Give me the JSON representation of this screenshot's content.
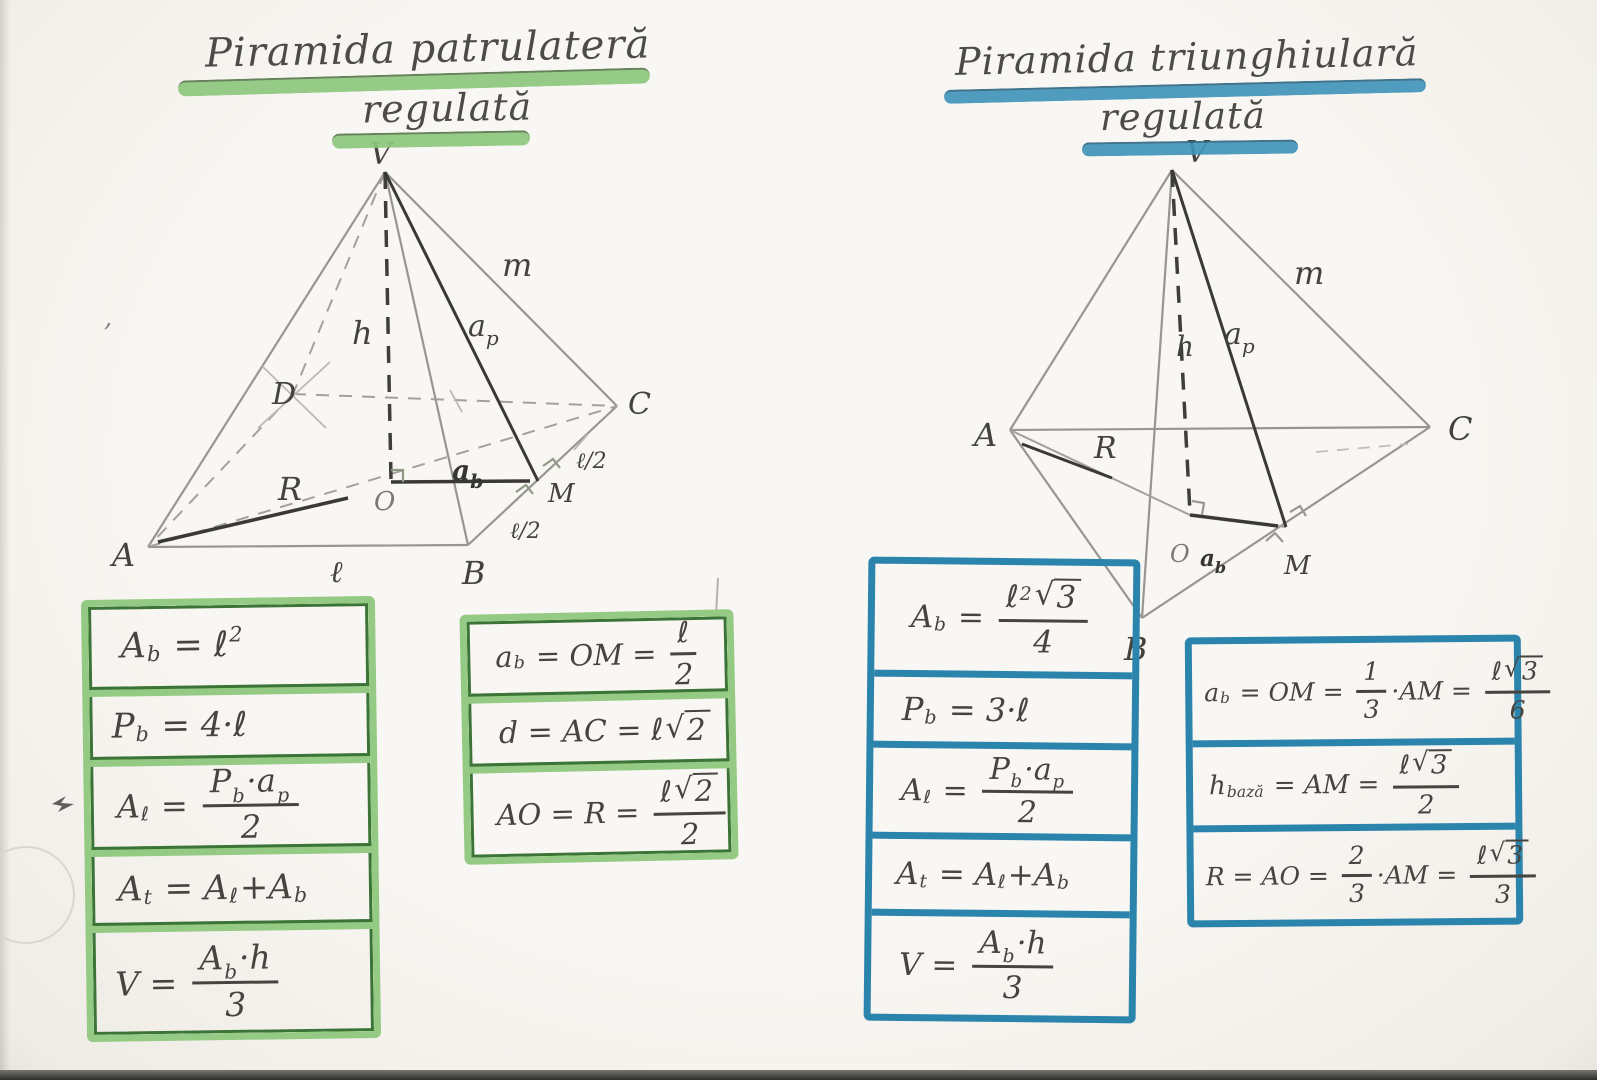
{
  "colors": {
    "green_light": "#95ca84",
    "green_dark": "#3c7437",
    "blue": "#2b84ac",
    "pencil": "#908e8a",
    "ink": "#3f3e3c"
  },
  "left": {
    "title_line1": "Piramida patrulateră",
    "title_line2": "regulată",
    "diagram": {
      "labels": {
        "V": "V",
        "A": "A",
        "B": "B",
        "C": "C",
        "D": "D",
        "O": "O",
        "M": "M",
        "h": "h",
        "m": "m",
        "R": "R",
        "l": "ℓ",
        "l_half_top": "ℓ/2",
        "l_half_bottom": "ℓ/2",
        "ap": {
          "t": "a",
          "sub": "p"
        },
        "ab": {
          "t": "a",
          "sub": "b"
        }
      }
    },
    "box_main": {
      "rows": [
        [
          [
            "t",
            "A"
          ],
          [
            "s",
            "b"
          ],
          [
            "t",
            " = ℓ"
          ],
          [
            "p",
            "2"
          ]
        ],
        [
          [
            "t",
            "P"
          ],
          [
            "s",
            "b"
          ],
          [
            "t",
            " = 4·ℓ"
          ]
        ],
        [
          [
            "t",
            "A"
          ],
          [
            "s",
            "ℓ"
          ],
          [
            "t",
            " = "
          ],
          [
            "f",
            [
              [
                "t",
                "P"
              ],
              [
                "s",
                "b"
              ],
              [
                "t",
                "·a"
              ],
              [
                "s",
                "p"
              ]
            ],
            [
              [
                "t",
                "2"
              ]
            ]
          ]
        ],
        [
          [
            "t",
            "A"
          ],
          [
            "s",
            "t"
          ],
          [
            "t",
            " = A"
          ],
          [
            "s",
            "ℓ"
          ],
          [
            "t",
            "+A"
          ],
          [
            "s",
            "b"
          ]
        ],
        [
          [
            "t",
            "V = "
          ],
          [
            "f",
            [
              [
                "t",
                "A"
              ],
              [
                "s",
                "b"
              ],
              [
                "t",
                "·h"
              ]
            ],
            [
              [
                "t",
                "3"
              ]
            ]
          ]
        ]
      ]
    },
    "box_side": {
      "rows": [
        [
          [
            "t",
            "a"
          ],
          [
            "s",
            "b"
          ],
          [
            "t",
            " = OM = "
          ],
          [
            "f",
            [
              [
                "t",
                "ℓ"
              ]
            ],
            [
              [
                "t",
                "2"
              ]
            ]
          ]
        ],
        [
          [
            "t",
            "d = AC = ℓ"
          ],
          [
            "r",
            "2"
          ]
        ],
        [
          [
            "t",
            "AO = R = "
          ],
          [
            "f",
            [
              [
                "t",
                "ℓ"
              ],
              [
                "r",
                "2"
              ]
            ],
            [
              [
                "t",
                "2"
              ]
            ]
          ]
        ]
      ]
    }
  },
  "right": {
    "title_line1": "Piramida triunghiulară",
    "title_line2": "regulată",
    "diagram": {
      "labels": {
        "V": "V",
        "A": "A",
        "B": "B",
        "C": "C",
        "O": "O",
        "M": "M",
        "h": "h",
        "m": "m",
        "R": "R",
        "ap": {
          "t": "a",
          "sub": "p"
        },
        "ab": {
          "t": "a",
          "sub": "b"
        }
      }
    },
    "box_main": {
      "rows": [
        [
          [
            "t",
            "A"
          ],
          [
            "s",
            "b"
          ],
          [
            "t",
            " = "
          ],
          [
            "f",
            [
              [
                "t",
                "ℓ"
              ],
              [
                "p",
                "2"
              ],
              [
                "r",
                "3"
              ]
            ],
            [
              [
                "t",
                "4"
              ]
            ]
          ]
        ],
        [
          [
            "t",
            "P"
          ],
          [
            "s",
            "b"
          ],
          [
            "t",
            " = 3·ℓ"
          ]
        ],
        [
          [
            "t",
            "A"
          ],
          [
            "s",
            "ℓ"
          ],
          [
            "t",
            " = "
          ],
          [
            "f",
            [
              [
                "t",
                "P"
              ],
              [
                "s",
                "b"
              ],
              [
                "t",
                "·a"
              ],
              [
                "s",
                "p"
              ]
            ],
            [
              [
                "t",
                "2"
              ]
            ]
          ]
        ],
        [
          [
            "t",
            "A"
          ],
          [
            "s",
            "t"
          ],
          [
            "t",
            " = A"
          ],
          [
            "s",
            "ℓ"
          ],
          [
            "t",
            "+A"
          ],
          [
            "s",
            "b"
          ]
        ],
        [
          [
            "t",
            "V = "
          ],
          [
            "f",
            [
              [
                "t",
                "A"
              ],
              [
                "s",
                "b"
              ],
              [
                "t",
                "·h"
              ]
            ],
            [
              [
                "t",
                "3"
              ]
            ]
          ]
        ]
      ]
    },
    "box_side": {
      "rows": [
        [
          [
            "t",
            "a"
          ],
          [
            "s",
            "b"
          ],
          [
            "t",
            " = OM = "
          ],
          [
            "f",
            [
              [
                "t",
                "1"
              ]
            ],
            [
              [
                "t",
                "3"
              ]
            ]
          ],
          [
            "t",
            "·AM = "
          ],
          [
            "f",
            [
              [
                "t",
                "ℓ"
              ],
              [
                "r",
                "3"
              ]
            ],
            [
              [
                "t",
                "6"
              ]
            ]
          ]
        ],
        [
          [
            "t",
            "h"
          ],
          [
            "s",
            "bază"
          ],
          [
            "t",
            " = AM = "
          ],
          [
            "f",
            [
              [
                "t",
                "ℓ"
              ],
              [
                "r",
                "3"
              ]
            ],
            [
              [
                "t",
                "2"
              ]
            ]
          ]
        ],
        [
          [
            "t",
            "R = AO = "
          ],
          [
            "f",
            [
              [
                "t",
                "2"
              ]
            ],
            [
              [
                "t",
                "3"
              ]
            ]
          ],
          [
            "t",
            "·AM = "
          ],
          [
            "f",
            [
              [
                "t",
                "ℓ"
              ],
              [
                "r",
                "3"
              ]
            ],
            [
              [
                "t",
                "3"
              ]
            ]
          ]
        ]
      ]
    }
  }
}
